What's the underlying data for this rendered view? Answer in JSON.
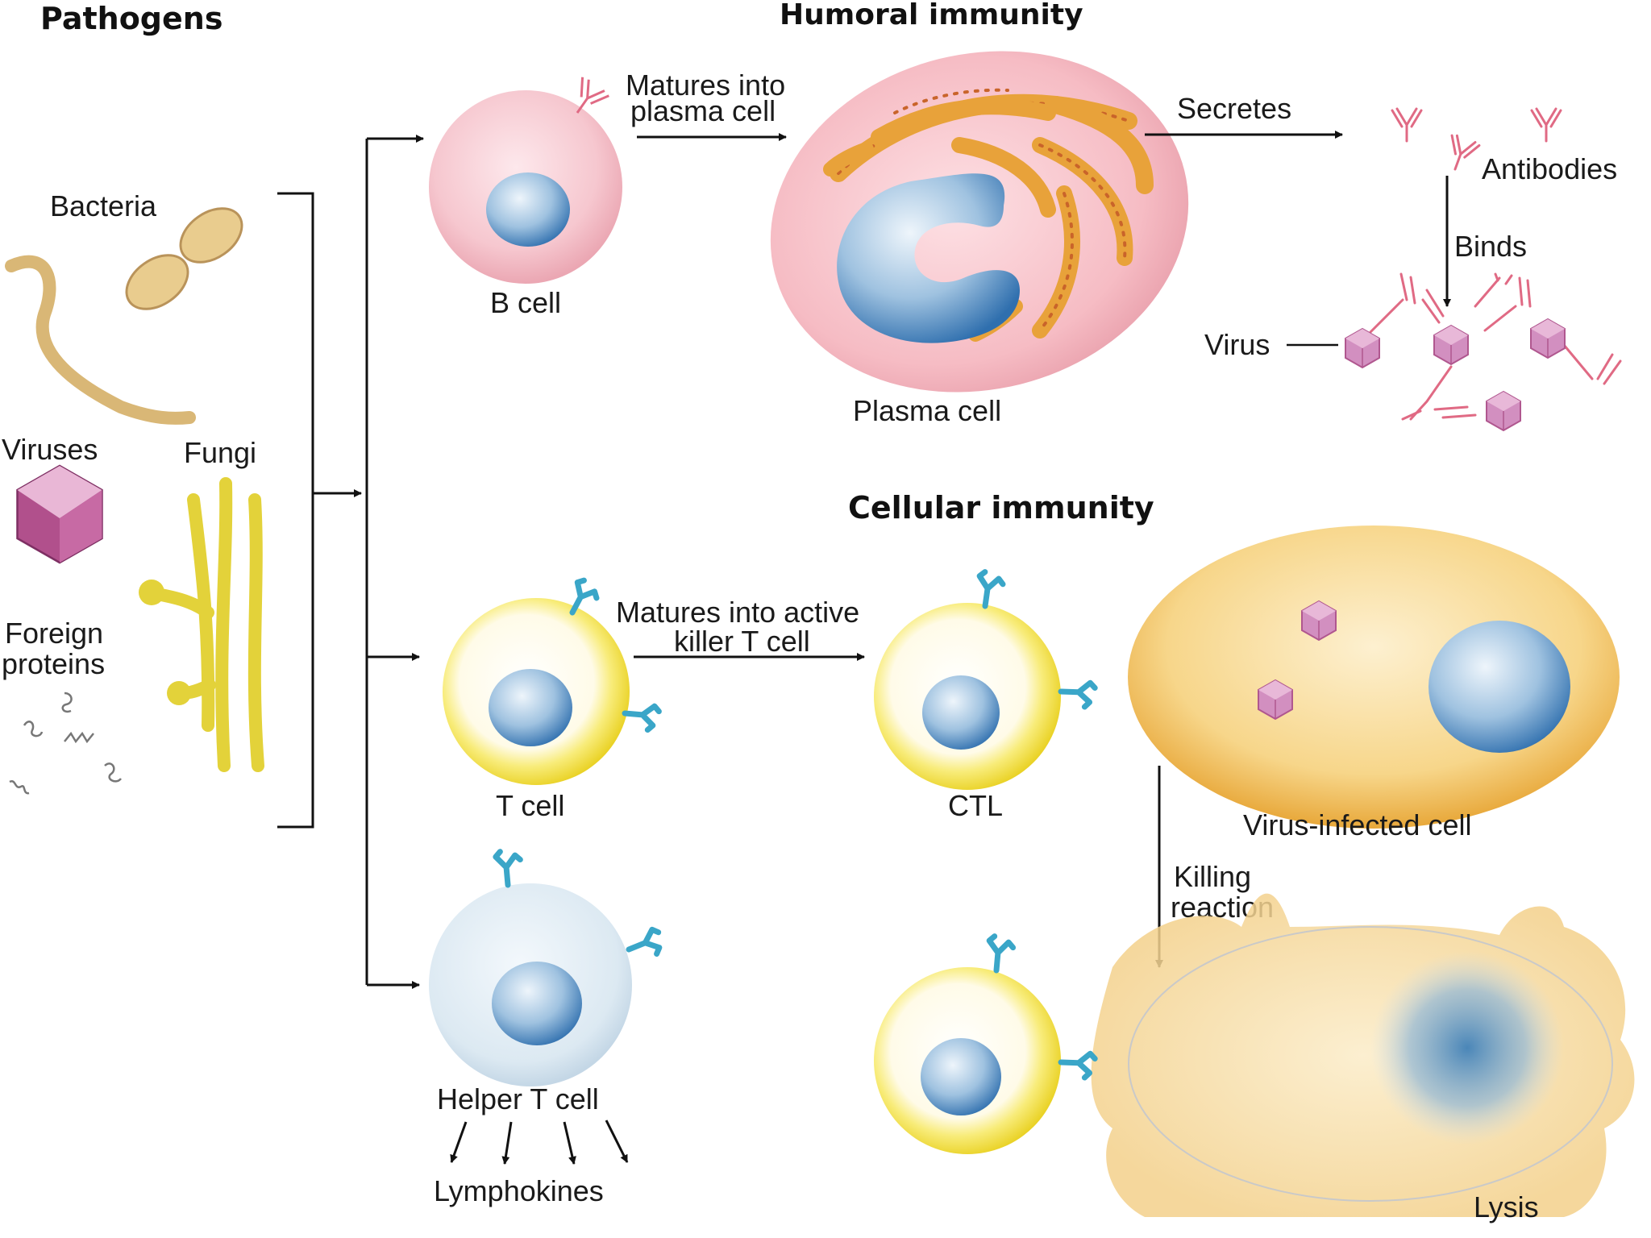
{
  "headings": {
    "pathogens": "Pathogens",
    "humoral": "Humoral immunity",
    "cellular": "Cellular immunity"
  },
  "pathogens": {
    "bacteria": "Bacteria",
    "viruses": "Viruses",
    "fungi": "Fungi",
    "foreign_line1": "Foreign",
    "foreign_line2": "proteins"
  },
  "humoral": {
    "b_cell": "B cell",
    "matures_line1": "Matures into",
    "matures_line2": "plasma cell",
    "plasma_cell": "Plasma cell",
    "secretes": "Secretes",
    "antibodies": "Antibodies",
    "binds": "Binds",
    "virus": "Virus"
  },
  "cellular": {
    "t_cell": "T cell",
    "matures_line1": "Matures into active",
    "matures_line2": "killer T cell",
    "ctl": "CTL",
    "virus_infected": "Virus-infected cell",
    "killing_line1": "Killing",
    "killing_line2": "reaction",
    "lysis": "Lysis",
    "helper_t_cell": "Helper T cell",
    "lymphokines": "Lymphokines"
  },
  "colors": {
    "b_cell": "#f6c7cf",
    "plasma_cell": "#f4b8c0",
    "t_cell": "#f4e04a",
    "helper_cell": "#dce9f2",
    "nucleus": "#3f7fb8",
    "receptor": "#3aa6c8",
    "antibody": "#e06a84",
    "virus": "#c46aa6",
    "infected_cell": "#f2c15a",
    "fungi": "#e3d23a"
  }
}
